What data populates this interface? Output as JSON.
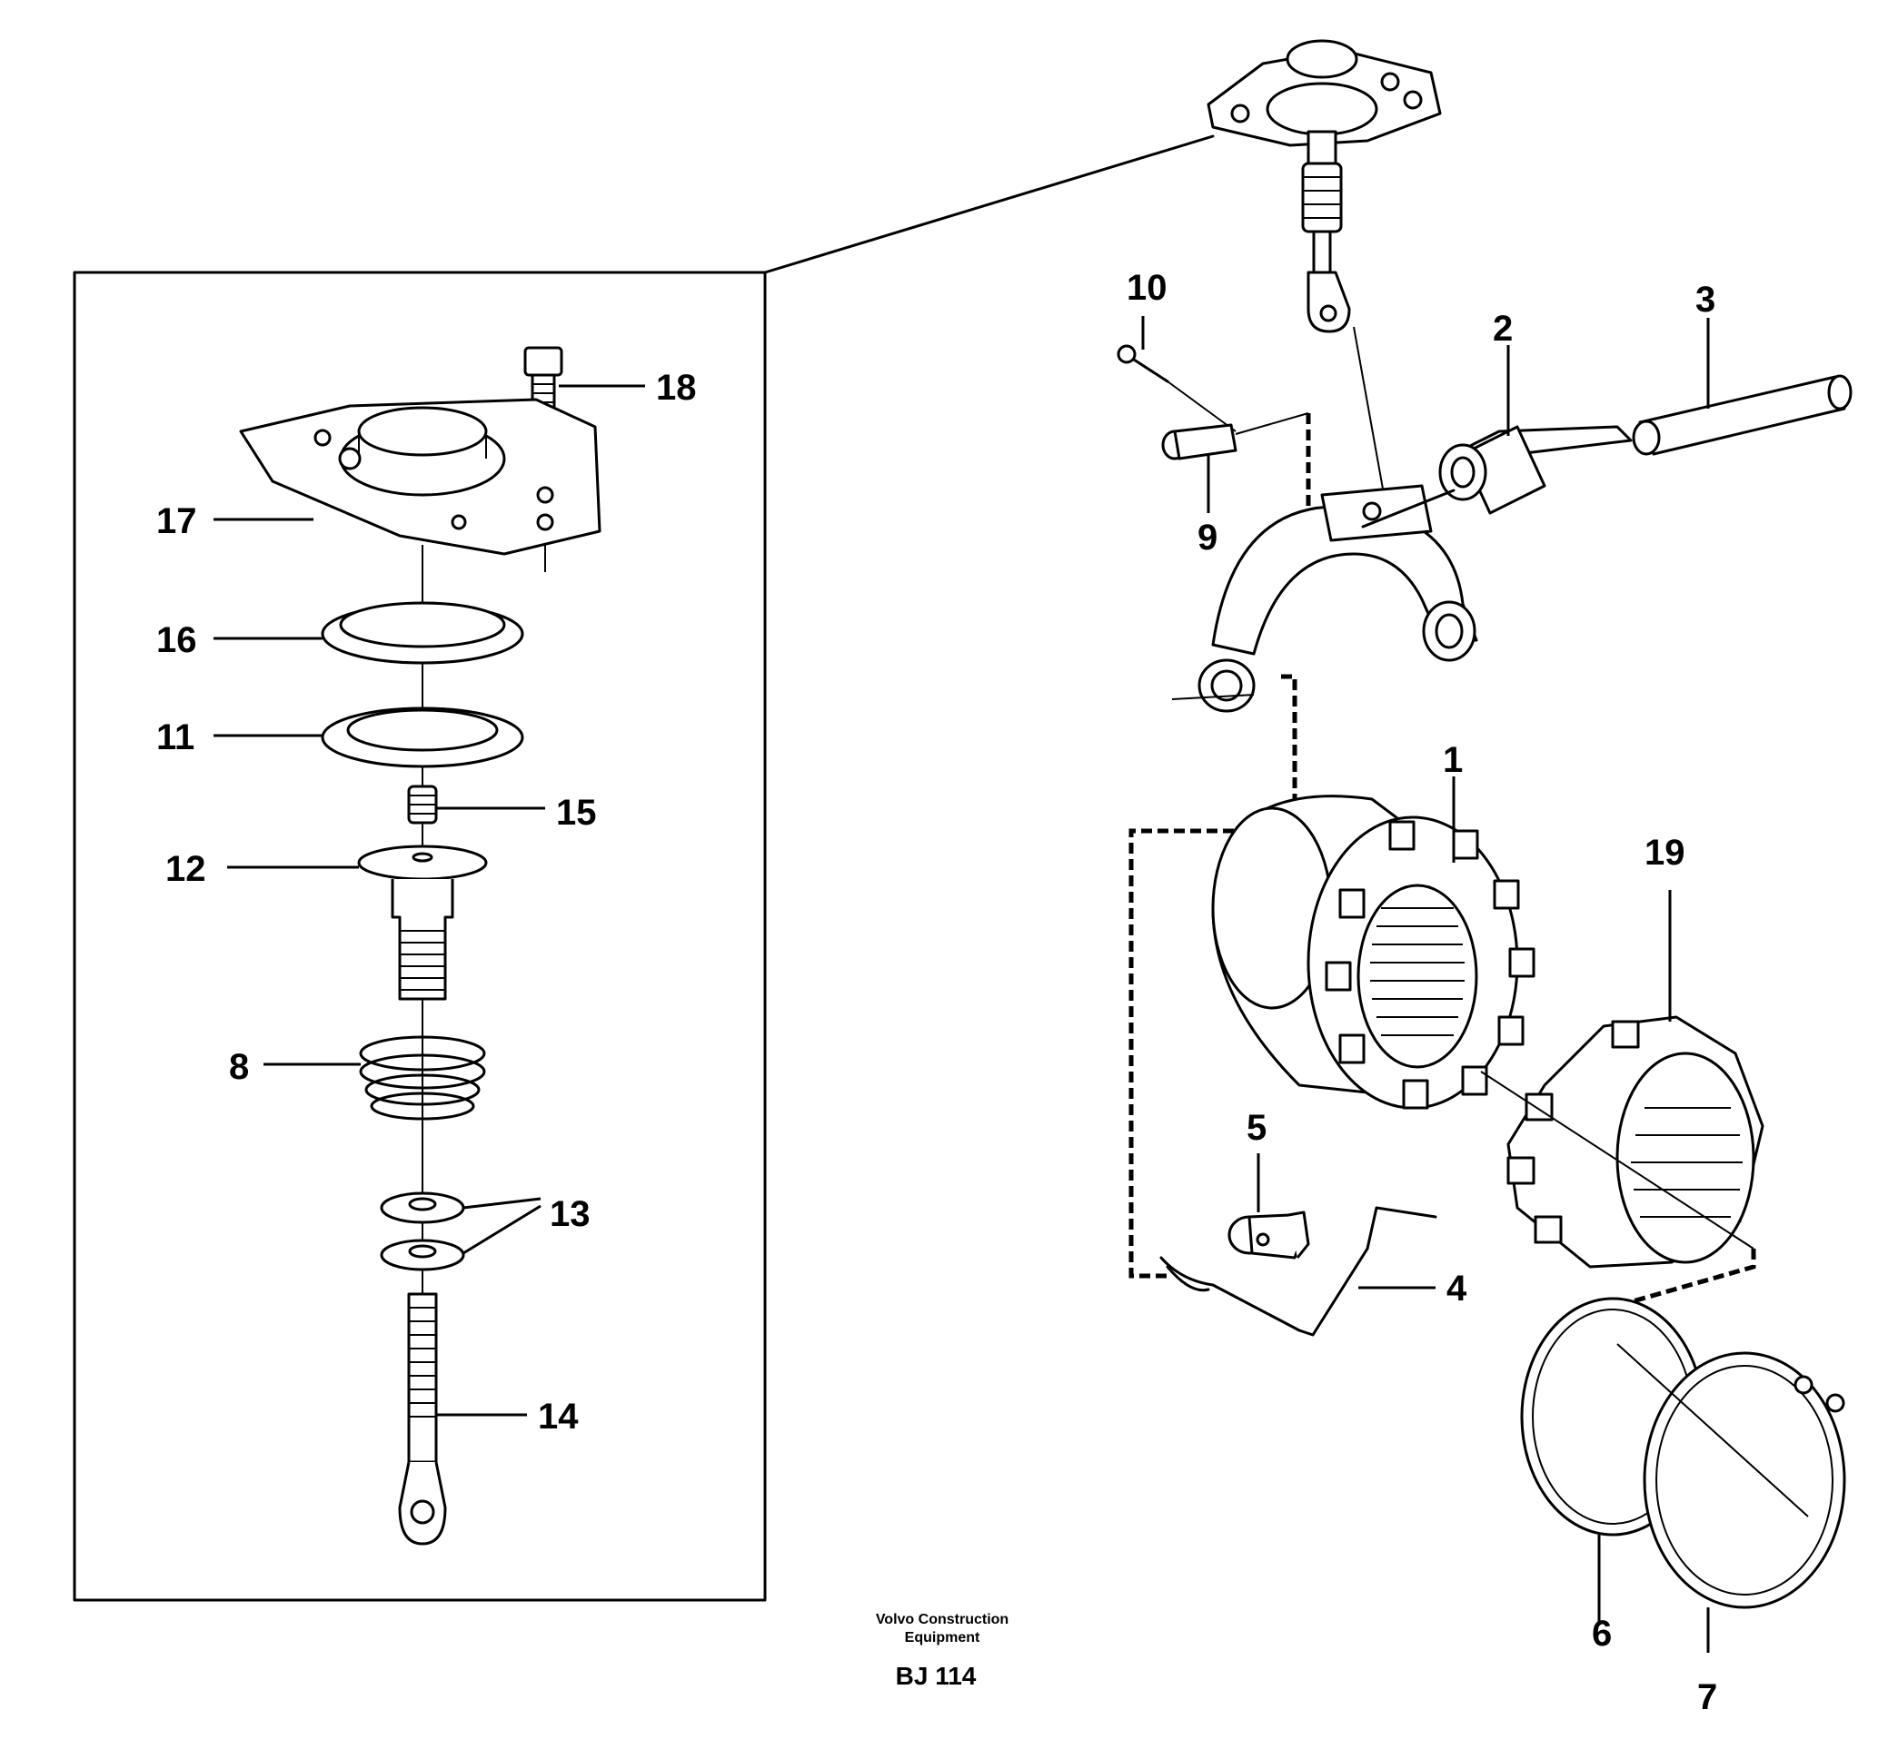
{
  "labels": {
    "p1": "1",
    "p2": "2",
    "p3": "3",
    "p4": "4",
    "p5": "5",
    "p6": "6",
    "p7": "7",
    "p8": "8",
    "p9": "9",
    "p10": "10",
    "p11": "11",
    "p12": "12",
    "p13": "13",
    "p14": "14",
    "p15": "15",
    "p16": "16",
    "p17": "17",
    "p18": "18",
    "p19": "19"
  },
  "footer": {
    "company_line1": "Volvo Construction",
    "company_line2": "Equipment",
    "drawing_code": "BJ 114"
  }
}
